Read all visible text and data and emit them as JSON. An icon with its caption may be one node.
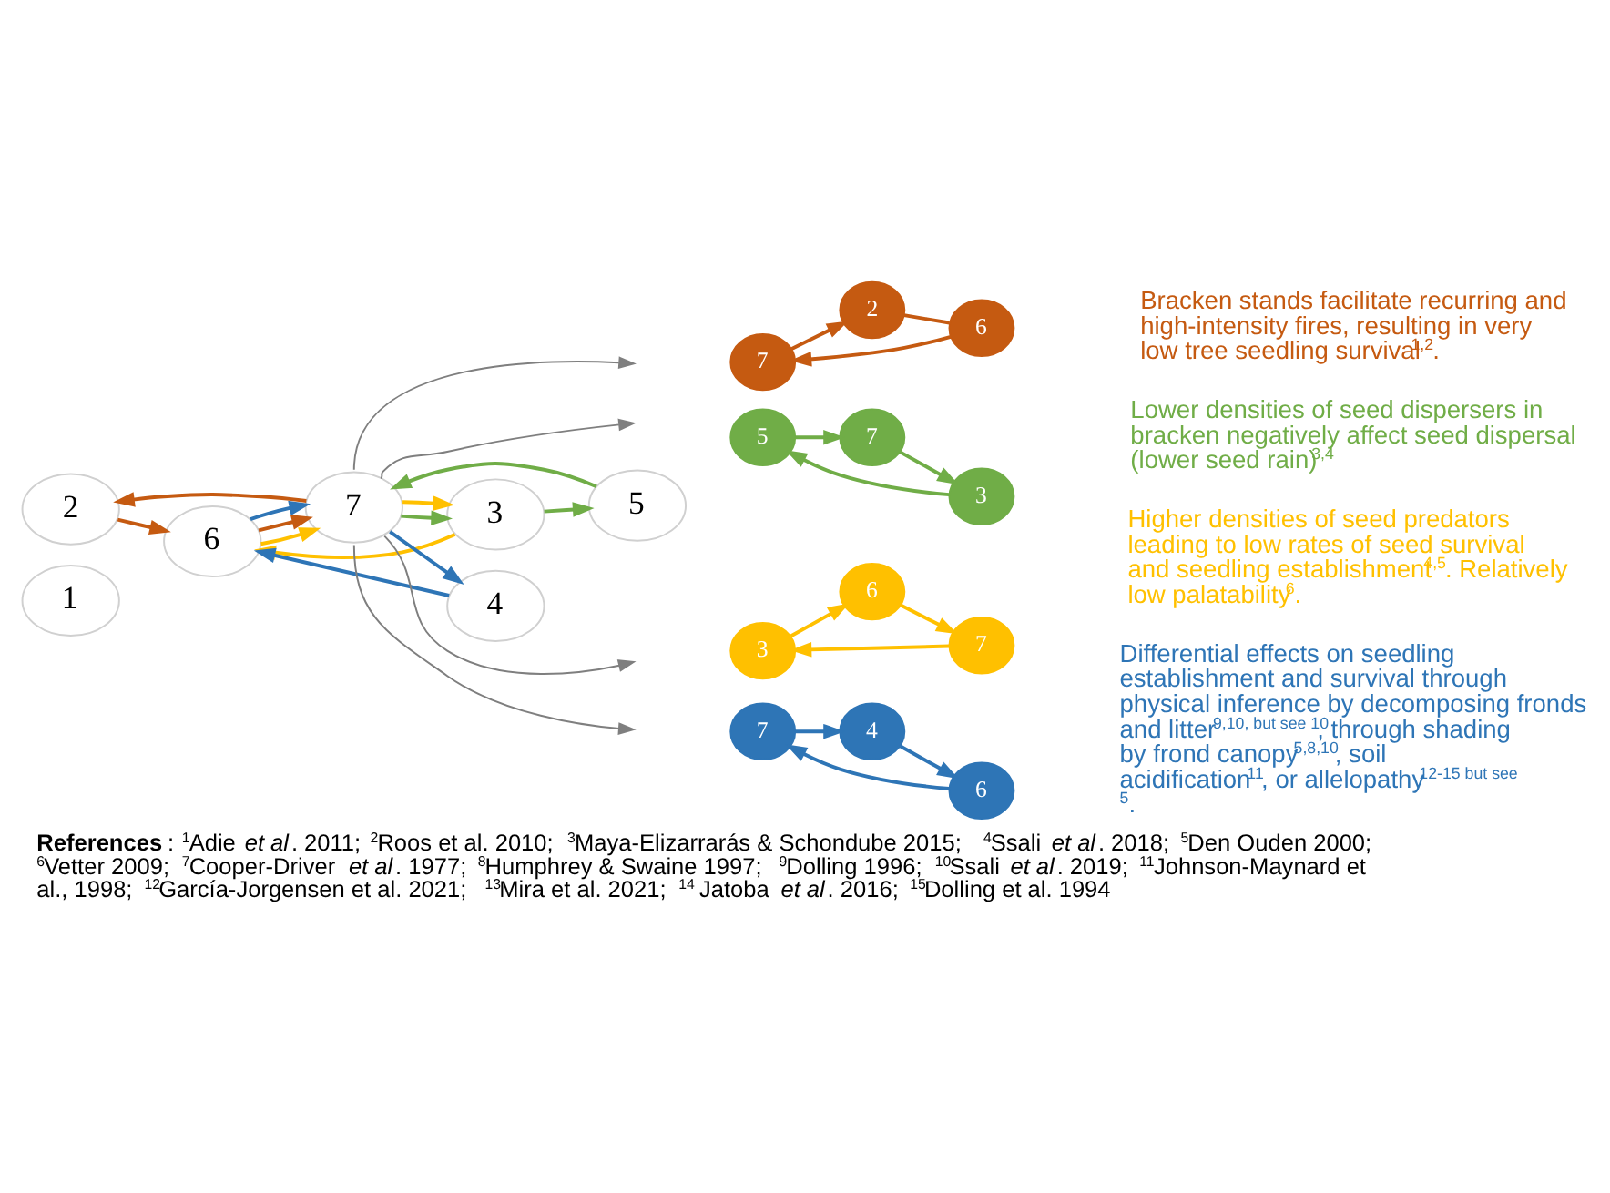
{
  "diagram": {
    "caption": "**References**: $^{1}$Adie *et al*. 2011; $^{2}$Roos et al. 2010; $^{3}$Maya-Elizarrarás & Schondube 2015; $^{4}$Ssali *et al*. 2018; $^{5}$Den Ouden 2000; $^{6}$Vetter 2009; $^{7}$Cooper-Driver *et al*. 1977; $^{8}$Humphrey & Swaine 1997; $^{9}$Dolling 1996; $^{10}$Ssali *et al*. 2019; $^{11}$Johnson-Maynard et al., 1998; $^{12}$García-Jorgensen et al. 2021; $^{13}$Mira et al. 2021; $^{14}$ Jatoba *et al*. 2016; $^{15}$Dolling et al. 1994",
    "nodes": [
      {
        "text": [
          "1"
        ]
      },
      {
        "text": [
          "2"
        ]
      },
      {
        "text": [
          "3"
        ]
      },
      {
        "text": [
          "4"
        ]
      },
      {
        "text": [
          "5"
        ]
      },
      {
        "text": [
          "6"
        ]
      },
      {
        "text": [
          "7"
        ]
      },
      {
        "text": [
          "7"
        ]
      },
      {
        "text": [
          "2"
        ]
      },
      {
        "text": [
          "6"
        ]
      },
      {
        "text": [
          "5"
        ]
      },
      {
        "text": [
          "3"
        ]
      },
      {
        "text": [
          "7"
        ]
      },
      {
        "text": [
          "3"
        ]
      },
      {
        "text": [
          "7"
        ]
      },
      {
        "text": [
          "6"
        ]
      },
      {
        "text": [
          "7"
        ]
      },
      {
        "text": [
          "6"
        ]
      },
      {
        "text": [
          "4"
        ]
      }
    ],
    "edges": [
      {
        "from": 2,
        "to": 4,
        "arrow": "to",
        "color": "#70ad47"
      },
      {
        "from": 4,
        "to": 6,
        "arrow": "to",
        "color": "#70ad47"
      },
      {
        "from": 6,
        "to": 2,
        "arrow": "to",
        "color": "#70ad47"
      },
      {
        "from": 6,
        "to": 2,
        "arrow": "to",
        "color": "#ffc000"
      },
      {
        "from": 2,
        "to": 5,
        "arrow": "to",
        "color": "#ffc000"
      },
      {
        "from": 5,
        "to": 6,
        "arrow": "to",
        "color": "#ffc000"
      },
      {
        "from": 6,
        "to": 1,
        "arrow": "to",
        "color": "#c55a11"
      },
      {
        "from": 1,
        "to": 5,
        "arrow": "to",
        "color": "#c55a11"
      },
      {
        "from": 5,
        "to": 6,
        "arrow": "to",
        "color": "#c55a11"
      },
      {
        "from": 6,
        "to": 3,
        "arrow": "to",
        "color": "#2e75b6"
      },
      {
        "from": 3,
        "to": 5,
        "arrow": "to",
        "color": "#2e75b6"
      },
      {
        "from": 5,
        "to": 6,
        "arrow": "to",
        "color": "#2e75b6"
      },
      {
        "from": 6,
        "to": null,
        "arrow": "to",
        "color": "#7f7f7f"
      },
      {
        "from": 6,
        "to": null,
        "arrow": "to",
        "color": "#7f7f7f"
      },
      {
        "from": 6,
        "to": null,
        "arrow": "to",
        "color": "#7f7f7f"
      },
      {
        "from": 6,
        "to": null,
        "arrow": "to",
        "color": "#7f7f7f"
      },
      {
        "from": 8,
        "to": 9,
        "arrow": "none",
        "color": "#c55a11"
      },
      {
        "from": 9,
        "to": 7,
        "arrow": "to",
        "color": "#c55a11"
      },
      {
        "from": 7,
        "to": 8,
        "arrow": "to",
        "color": "#c55a11"
      },
      {
        "from": 11,
        "to": 10,
        "arrow": "to",
        "color": "#70ad47"
      },
      {
        "from": 10,
        "to": 12,
        "arrow": "to",
        "color": "#70ad47"
      },
      {
        "from": 12,
        "to": 11,
        "arrow": "to",
        "color": "#70ad47"
      },
      {
        "from": 14,
        "to": 13,
        "arrow": "to",
        "color": "#ffc000"
      },
      {
        "from": 13,
        "to": 15,
        "arrow": "to",
        "color": "#ffc000"
      },
      {
        "from": 15,
        "to": 14,
        "arrow": "to",
        "color": "#ffc000"
      },
      {
        "from": 16,
        "to": 18,
        "arrow": "to",
        "color": "#2e75b6"
      },
      {
        "from": 18,
        "to": 17,
        "arrow": "to",
        "color": "#2e75b6"
      },
      {
        "from": 17,
        "to": 16,
        "arrow": "to",
        "color": "#2e75b6"
      }
    ],
    "labels": [
      "Bracken stands facilitate recurring and high-intensity fires, resulting in very low tree seedling survival$^{1,2}$.",
      "Lower densities of seed dispersers in bracken negatively affect seed dispersal (lower seed rain)$^{3,4}$",
      "Higher densities of seed predators leading to low rates of seed survival and seedling establishment$^{4,5}$. Relatively low palatability$^{6}$.",
      "Differential effects on seedling establishment and survival through physical inference by decomposing fronds and litter$^{9,10, but see 10}$, through shading by frond canopy$^{5,8,10}$, soil acidification$^{11}$, or allelopathy$^{12-15 but see 5}$."
    ]
  }
}
